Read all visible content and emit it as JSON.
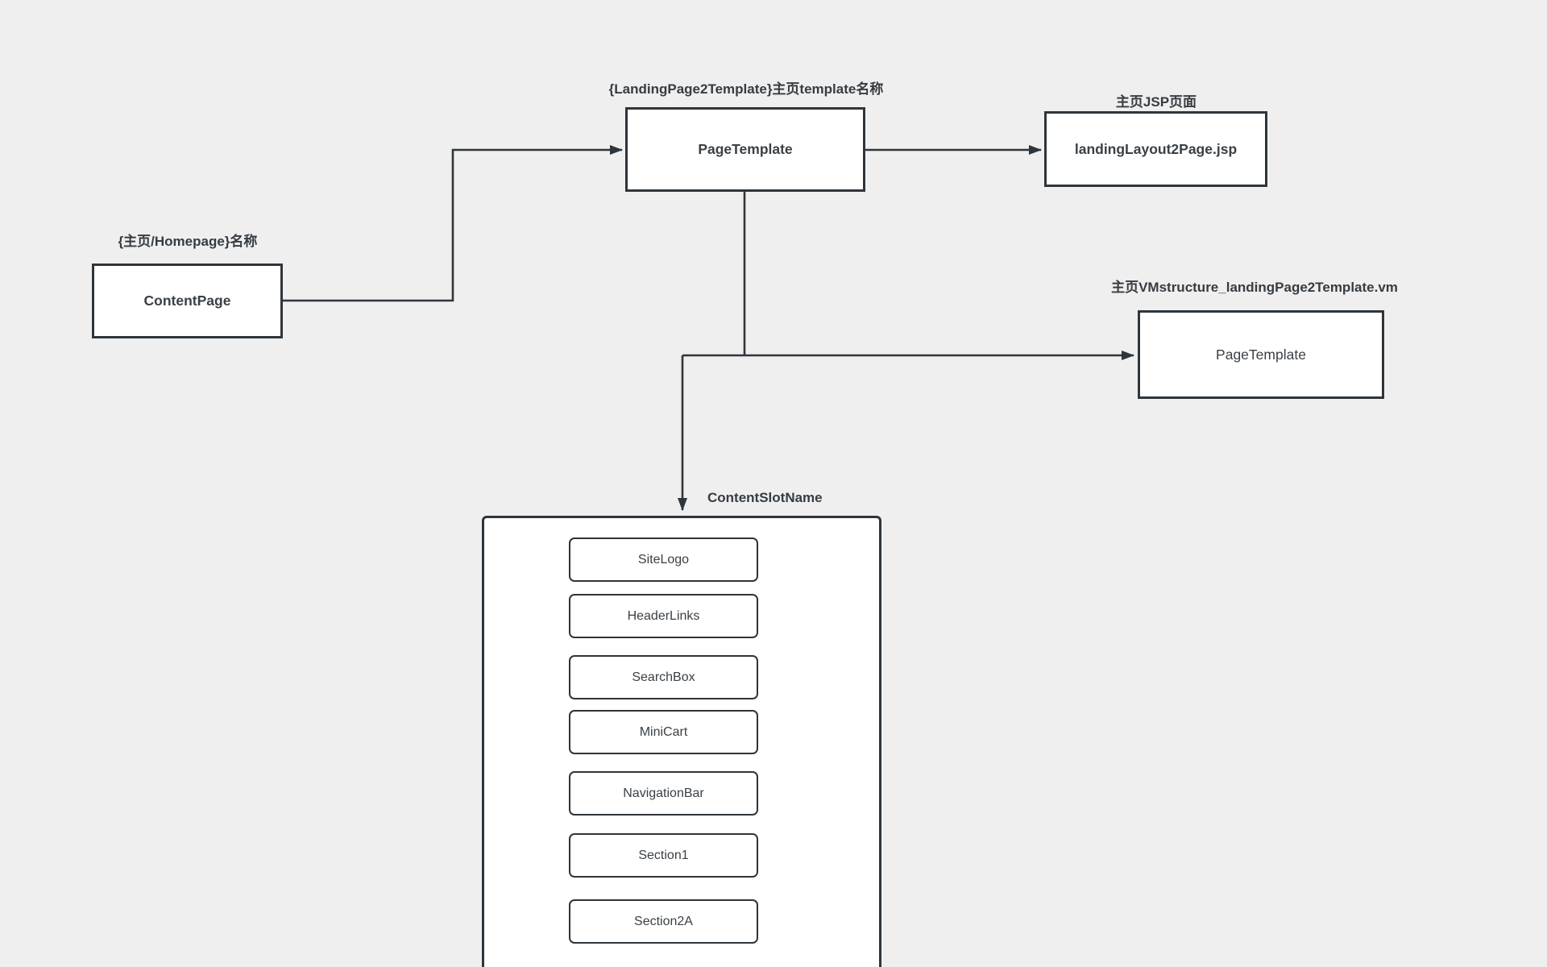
{
  "diagram": {
    "colors": {
      "background": "#efefef",
      "stroke": "#2e353b",
      "node_fill": "#ffffff",
      "text": "#3a4046"
    },
    "nodes": {
      "content_page": {
        "label": "ContentPage",
        "caption": "{主页/Homepage}名称"
      },
      "page_template": {
        "label": "PageTemplate",
        "caption": "{LandingPage2Template}主页template名称"
      },
      "jsp_page": {
        "label": "landingLayout2Page.jsp",
        "caption": "主页JSP页面"
      },
      "vm_structure": {
        "label": "PageTemplate",
        "caption": "主页VMstructure_landingPage2Template.vm"
      },
      "content_slot": {
        "caption": "ContentSlotName",
        "slots": [
          "SiteLogo",
          "HeaderLinks",
          "SearchBox",
          "MiniCart",
          "NavigationBar",
          "Section1",
          "Section2A"
        ]
      }
    }
  }
}
